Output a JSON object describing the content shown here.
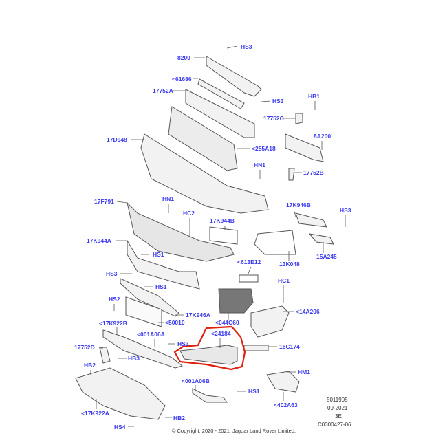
{
  "callouts": [
    "HS3",
    "8200",
    "<61686",
    "17752A",
    "HS3",
    "HB1",
    "17752C",
    "8A200",
    "17D948",
    "<255A18",
    "HN1",
    "17752B",
    "17F791",
    "HN1",
    "HC2",
    "17K944B",
    "17K946B",
    "HS3",
    "17K944A",
    "HS1",
    "<613E12",
    "13K048",
    "15A245",
    "HS3",
    "HS1",
    "HC1",
    "HS2",
    "17K946A",
    "<14A206",
    "<50010",
    "<17K922B",
    "<044C60",
    "<001A06A",
    "<24184",
    "HS3",
    "17752D",
    "16C174",
    "HB3",
    "HB2",
    "HM1",
    "<001A06B",
    "HS1",
    "<402A63",
    "<17K922A",
    "HB2",
    "HS4"
  ],
  "highlight": {
    "part": "<24184",
    "color": "#e0200f"
  },
  "label_color": "#3a3af0",
  "meta": {
    "id": "5011905",
    "date": "09-2021",
    "rev": "3E",
    "ref": "C0300427-06"
  },
  "copyright": "© Copyright, 2020 - 2021, Jaguar Land Rover Limited."
}
